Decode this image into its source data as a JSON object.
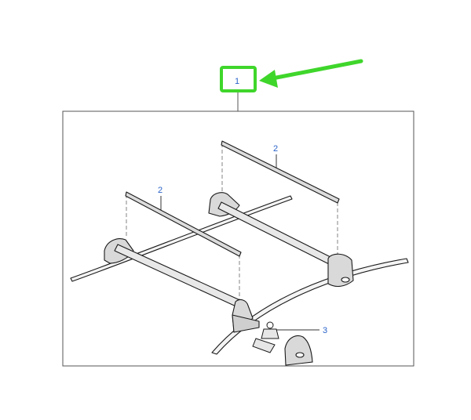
{
  "diagram": {
    "callouts": [
      {
        "id": "callout-1",
        "label": "1"
      },
      {
        "id": "callout-2a",
        "label": "2"
      },
      {
        "id": "callout-2b",
        "label": "2"
      },
      {
        "id": "callout-3",
        "label": "3"
      }
    ],
    "colors": {
      "highlight_box": "#3fd62b",
      "highlight_arrow": "#3fd62b",
      "callout_text": "#2a63c9",
      "line_art": "#1a1a1a",
      "part_shading": "#d9d9d9"
    },
    "icons": [
      "green-arrow-icon",
      "roof-rack-crossbar-icon",
      "foot-bracket-icon",
      "mounting-clip-icon",
      "end-cap-icon"
    ]
  }
}
